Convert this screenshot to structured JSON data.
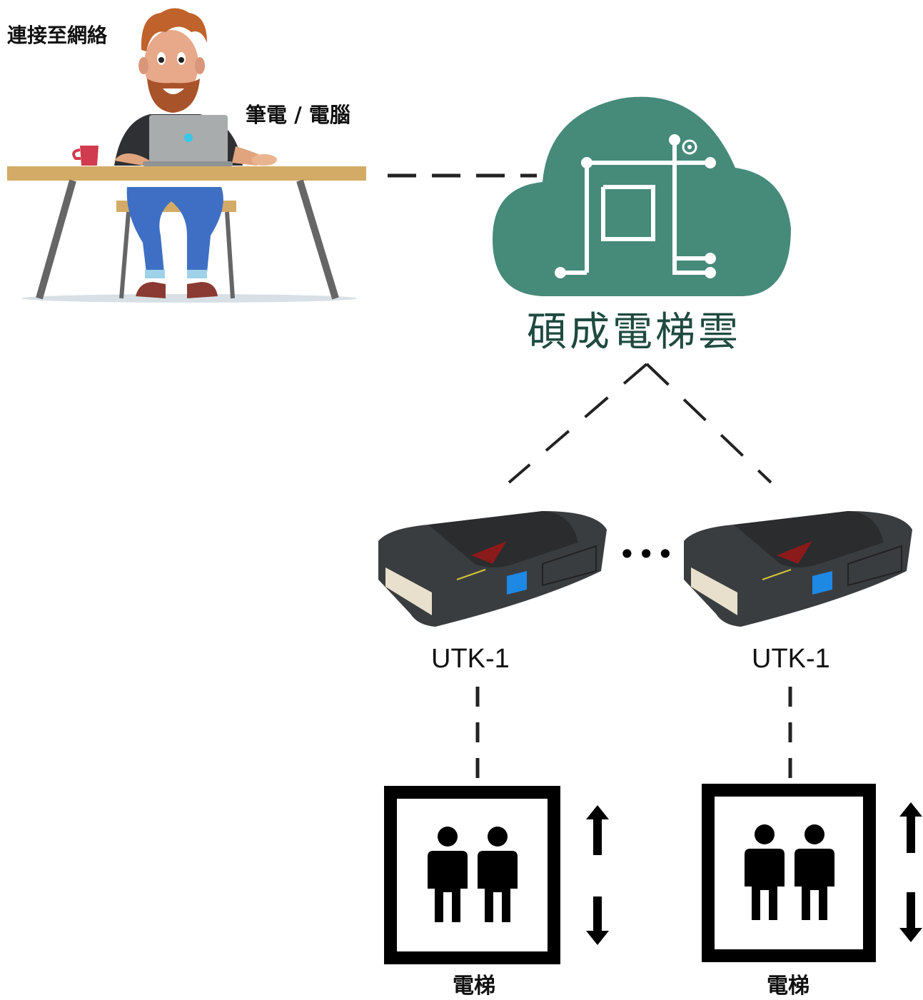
{
  "labels": {
    "network": "連接至網絡",
    "laptop": "筆電 / 電腦",
    "cloud": "碩成電梯雲",
    "ellipsis": "•••"
  },
  "devices": [
    {
      "name": "UTK-1"
    },
    {
      "name": "UTK-1"
    }
  ],
  "elevators": [
    {
      "label": "電梯"
    },
    {
      "label": "電梯"
    }
  ],
  "colors": {
    "cloud": "#468a7a",
    "device_body": "#3a3d40",
    "device_screen": "#1e88e5",
    "connector": "#222222",
    "elevator_frame": "#000000"
  }
}
